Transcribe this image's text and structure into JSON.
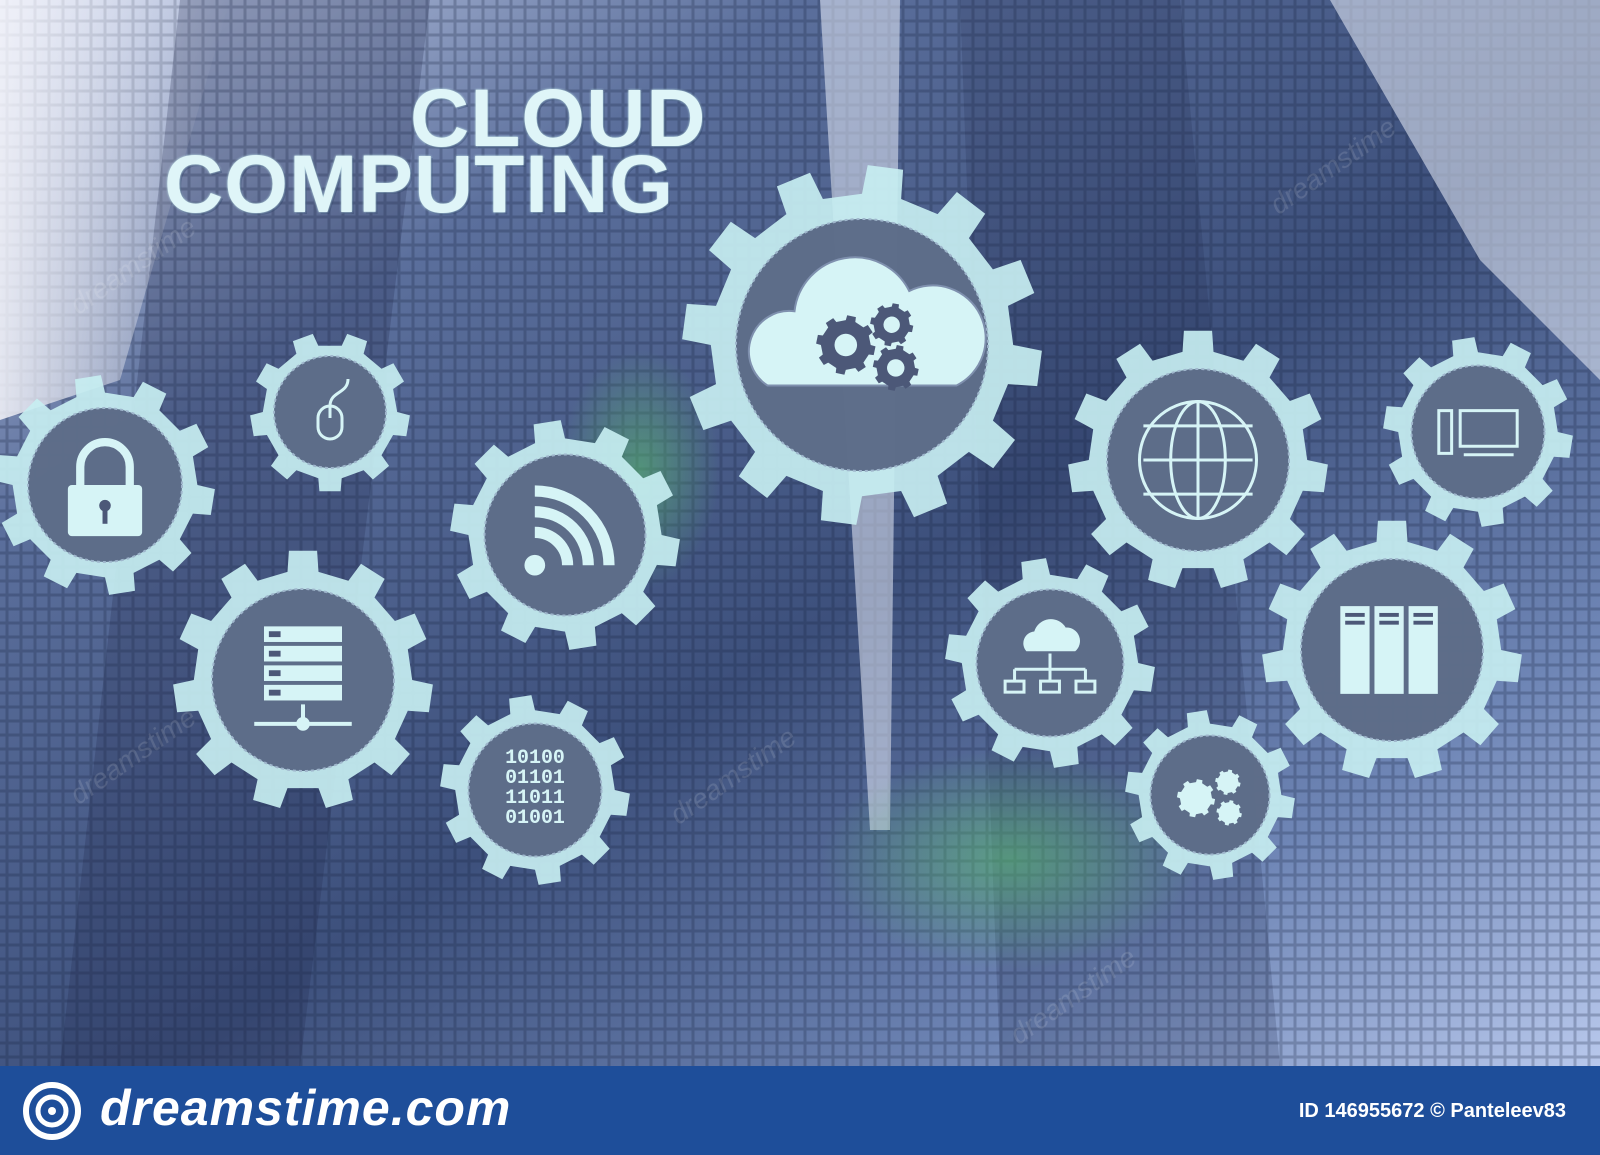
{
  "headline": {
    "line1": "CLOUD",
    "line2": "COMPUTING"
  },
  "icons": [
    {
      "name": "cloud-gears-icon"
    },
    {
      "name": "lock-icon"
    },
    {
      "name": "mouse-icon"
    },
    {
      "name": "wifi-icon"
    },
    {
      "name": "server-network-icon"
    },
    {
      "name": "binary-code-icon",
      "lines": [
        "10100",
        "01101",
        "11011",
        "01001"
      ]
    },
    {
      "name": "globe-icon"
    },
    {
      "name": "computer-icon"
    },
    {
      "name": "cloud-network-icon"
    },
    {
      "name": "server-racks-icon"
    },
    {
      "name": "gears-icon"
    }
  ],
  "watermark": {
    "text": "dreamstime"
  },
  "footer": {
    "brand": "dreamstime.com",
    "image_id": "ID 146955672 © Panteleev83"
  },
  "colors": {
    "footer_bar": "#1e4e9a",
    "gear_fill": "#c7eef1",
    "icon_light": "#d6f4f6",
    "icon_dark": "#4c5878",
    "background": "#3a4e76"
  }
}
